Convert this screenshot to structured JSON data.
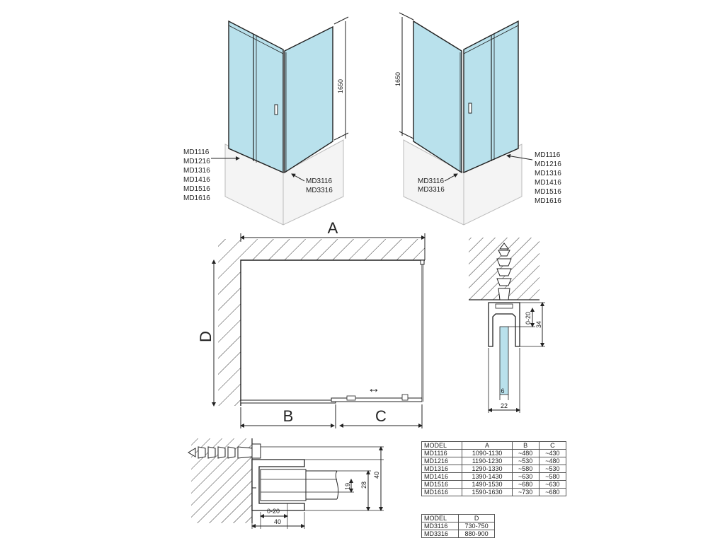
{
  "view_left": {
    "height_dim": "1650",
    "door_models": [
      "MD1116",
      "MD1216",
      "MD1316",
      "MD1416",
      "MD1516",
      "MD1616"
    ],
    "wall_models": [
      "MD3116",
      "MD3316"
    ]
  },
  "view_right": {
    "height_dim": "1650",
    "door_models": [
      "MD1116",
      "MD1216",
      "MD1316",
      "MD1416",
      "MD1516",
      "MD1616"
    ],
    "wall_models": [
      "MD3116",
      "MD3316"
    ]
  },
  "plan": {
    "dim_a": "A",
    "dim_b": "B",
    "dim_c": "C",
    "dim_d": "D",
    "slide_arrow": "↔"
  },
  "profile_vertical": {
    "adjust": "0-20",
    "height": "34",
    "glass": "6",
    "width": "22"
  },
  "profile_horizontal": {
    "depth_19": "19",
    "depth_28": "28",
    "depth_40": "40",
    "adjust": "0-20",
    "width": "40"
  },
  "table_doors": {
    "headers": [
      "MODEL",
      "A",
      "B",
      "C"
    ],
    "rows": [
      [
        "MD1116",
        "1090-1130",
        "~480",
        "~430"
      ],
      [
        "MD1216",
        "1190-1230",
        "~530",
        "~480"
      ],
      [
        "MD1316",
        "1290-1330",
        "~580",
        "~530"
      ],
      [
        "MD1416",
        "1390-1430",
        "~630",
        "~580"
      ],
      [
        "MD1516",
        "1490-1530",
        "~680",
        "~630"
      ],
      [
        "MD1616",
        "1590-1630",
        "~730",
        "~680"
      ]
    ]
  },
  "table_walls": {
    "headers": [
      "MODEL",
      "D"
    ],
    "rows": [
      [
        "MD3116",
        "730-750"
      ],
      [
        "MD3316",
        "880-900"
      ]
    ]
  },
  "colors": {
    "glass": "#b9e1ec",
    "line": "#222222",
    "tray": "#f2f2f2",
    "hatch": "#333333"
  }
}
